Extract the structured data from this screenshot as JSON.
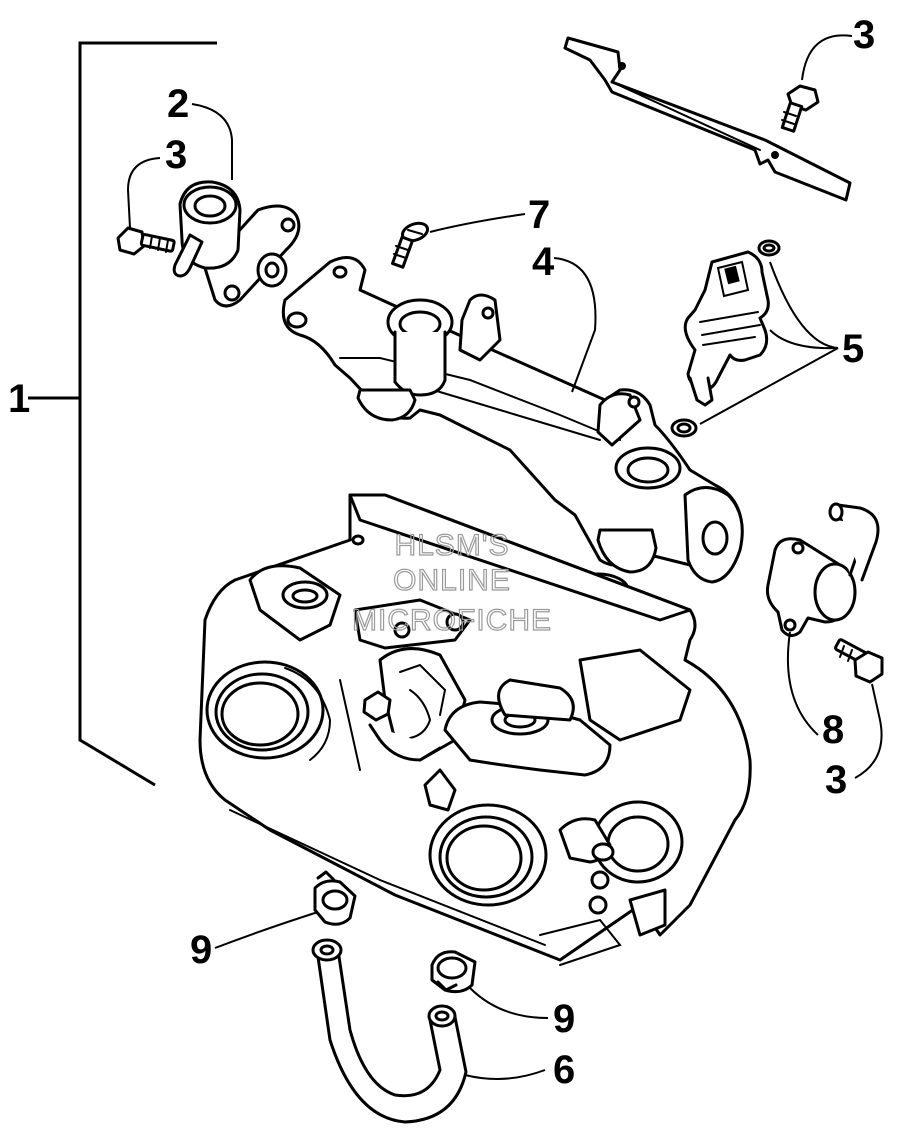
{
  "callouts": {
    "c1": "1",
    "c2": "2",
    "c3_left": "3",
    "c3_top": "3",
    "c3_right": "3",
    "c4": "4",
    "c5": "5",
    "c6": "6",
    "c7": "7",
    "c8": "8",
    "c9_left": "9",
    "c9_right": "9"
  },
  "watermark": {
    "line1": "HLSM'S",
    "line2": "ONLINE",
    "line3": "MICROFICHE"
  },
  "colors": {
    "ink": "#000000",
    "paper": "#ffffff",
    "watermark": "#9a9a9a"
  }
}
